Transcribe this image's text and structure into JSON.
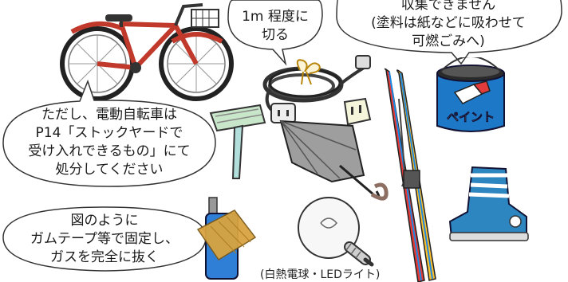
{
  "bubbles": {
    "cord": "1m 程度に\n切る",
    "paint": "収集できません\n(塗料は紙などに吸わせて\n可燃ごみへ)",
    "bicycle": "ただし、電動自転車は\nP14「ストックヤードで\n受け入れできるもの」にて\n処分してください",
    "lighter": "図のように\nガムテープ等で固定し、\nガスを完全に抜く"
  },
  "labels": {
    "paint_can": "ペイント",
    "bulb_caption": "(白熱電球・LEDライト)"
  },
  "colors": {
    "bicycle": "#c0392b",
    "paint_can": "#1e78c8",
    "lighter": "#2f7fd6",
    "tape": "#d9a441",
    "boot": "#2e86c1",
    "umbrella": "#7f8c8d"
  },
  "icons": [
    "bicycle-icon",
    "cord-icon",
    "paint-can-icon",
    "razor-icon",
    "plug-icon",
    "umbrella-icon",
    "ski-icon",
    "lighter-icon",
    "bulb-icon",
    "ski-boot-icon"
  ]
}
